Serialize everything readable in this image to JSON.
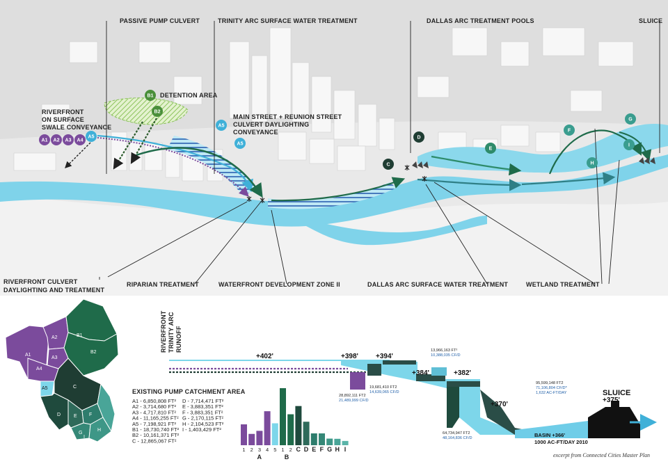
{
  "map_labels": {
    "passive_pump": "PASSIVE PUMP CULVERT",
    "trinity_arc": "TRINITY ARC SURFACE WATER TREATMENT",
    "dallas_pools": "DALLAS ARC TREATMENT POOLS",
    "sluice": "SLUICE",
    "detention": "DETENTION AREA",
    "riverfront_swale_1": "RIVERFRONT",
    "riverfront_swale_2": "ON SURFACE",
    "riverfront_swale_3": "SWALE CONVEYANCE",
    "main_street_1": "MAIN STREET + REUNION STREET",
    "main_street_2": "CULVERT DAYLIGHTING",
    "main_street_3": "CONVEYANCE",
    "riverfront_culvert_1": "RIVERFRONT CULVERT",
    "riverfront_culvert_2": "DAYLIGHTING AND TREATMENT",
    "riparian": "RIPARIAN TREATMENT",
    "waterfront": "WATERFRONT DEVELOPMENT ZONE II",
    "dallas_surface": "DALLAS ARC SURFACE WATER TREATMENT",
    "wetland": "WETLAND TREATMENT"
  },
  "markers": {
    "a1": "A1",
    "a2": "A2",
    "a3": "A3",
    "a4": "A4",
    "a5": "A5",
    "b1": "B1",
    "b2": "B2",
    "c": "C",
    "d": "D",
    "e": "E",
    "f": "F",
    "g": "G",
    "h": "H",
    "i": "I"
  },
  "catchment_map": {
    "zones": [
      "A1",
      "A2",
      "A3",
      "A4",
      "A5",
      "B1",
      "B2",
      "C",
      "D",
      "E",
      "F",
      "G",
      "H",
      "I"
    ]
  },
  "legend": {
    "title": "EXISTING PUMP CATCHMENT AREA",
    "col1": [
      "A1 - 6,850,808 FT²",
      "A2 - 3,714,680 FT²",
      "A3 - 4,717,810 FT²",
      "A4 - 11,165,255 FT²",
      "A5 - 7,198,921 FT²",
      "B1 - 18,730,740 FT²",
      "B2 - 10,161,371 FT²",
      "C - 12,865,067 FT²"
    ],
    "col2": [
      "D - 7,714,471 FT²",
      "E - 3,883,351 FT²",
      "F - 3,883,351 FT²",
      "G - 2,170,115 FT²",
      "H - 2,104,523 FT²",
      "I - 1,403,429 FT²"
    ]
  },
  "vertical_labels": [
    "RUNOFF",
    "TRINITY ARC",
    "RIVERFRONT"
  ],
  "bar_chart": {
    "tick_labels": [
      "1",
      "2",
      "3",
      "4",
      "5",
      "1",
      "2",
      "",
      "",
      "",
      "",
      "",
      ""
    ],
    "group_labels": [
      "A",
      "B",
      "C",
      "D",
      "E",
      "F",
      "G",
      "H",
      "I"
    ]
  },
  "profile": {
    "elevations": [
      "+402'",
      "+398'",
      "+394'",
      "+384'",
      "+382'",
      "+370'",
      "+375'",
      "BASIN +366'"
    ],
    "basin_rate": "1000 AC-FT/DAY 2010",
    "sluice_label": "SLUICE",
    "stats": {
      "s1a": "28,892,111 FT2",
      "s1b": "21,489,999 CF/D",
      "s2a": "19,681,410 FT2",
      "s2b": "14,639,065 CF/D",
      "s3a": "13,966,163 FT²",
      "s3b": "10,388,035 CF/D",
      "s4a": "64,734,947 FT2",
      "s4b": "48,164,836 CF/D",
      "s5a": "95,599,148 FT2",
      "s5b": "71,106,804 CF/D*",
      "s5c": "1,632 AC-FT/DAY"
    }
  },
  "credit": "excerpt from Connected Cities Master Plan",
  "chart_data": {
    "type": "bar",
    "categories": [
      "A1",
      "A2",
      "A3",
      "A4",
      "A5",
      "B1",
      "B2",
      "C",
      "D",
      "E",
      "F",
      "G",
      "H",
      "I"
    ],
    "values": [
      6850808,
      3714680,
      4717810,
      11165255,
      7198921,
      18730740,
      10161371,
      12865067,
      7714471,
      3883351,
      3883351,
      2170115,
      2104523,
      1403429
    ],
    "ylabel": "",
    "xlabel": "",
    "colors": [
      "#7b4b9c",
      "#7b4b9c",
      "#7b4b9c",
      "#7b4b9c",
      "#7dd6ea",
      "#1f6b4a",
      "#1f6b4a",
      "#1f4a3d",
      "#2e6a5a",
      "#2e7d6d",
      "#358877",
      "#3e9787",
      "#49a598",
      "#5ab4a8"
    ]
  },
  "colors": {
    "purple": "#7b4b9c",
    "light_blue": "#7dd6ea",
    "river_blue": "#6fcde8",
    "dark_green": "#1f6b4a",
    "mid_green": "#2e8b6a",
    "teal": "#3a9d8f",
    "light_green": "#8fc46a"
  }
}
